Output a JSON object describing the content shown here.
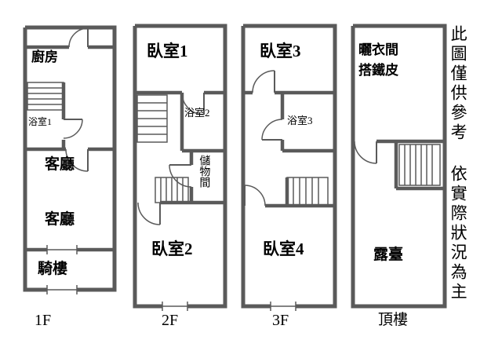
{
  "meta": {
    "background": "#ffffff",
    "wall_color": "#5a5a5a",
    "text_color": "#000000",
    "drawing_type": "residential-floorplan"
  },
  "floors": [
    {
      "label": "1F",
      "rooms": {
        "kitchen": "廚房",
        "bathroom": "浴室1",
        "living_upper": "客廳",
        "living_lower": "客廳",
        "arcade": "騎樓"
      }
    },
    {
      "label": "2F",
      "rooms": {
        "bedroom1": "臥室1",
        "bathroom": "浴室2",
        "storage": "儲物間",
        "bedroom2": "臥室2"
      }
    },
    {
      "label": "3F",
      "rooms": {
        "bedroom3": "臥室3",
        "bathroom": "浴室3",
        "bedroom4": "臥室4"
      }
    },
    {
      "label": "頂樓",
      "rooms": {
        "laundry": "曬衣間",
        "laundry_note": "搭鐵皮",
        "terrace": "露臺"
      }
    }
  ],
  "disclaimer": {
    "line1": "此圖僅供參考",
    "line2": "依實際狀況為主"
  }
}
